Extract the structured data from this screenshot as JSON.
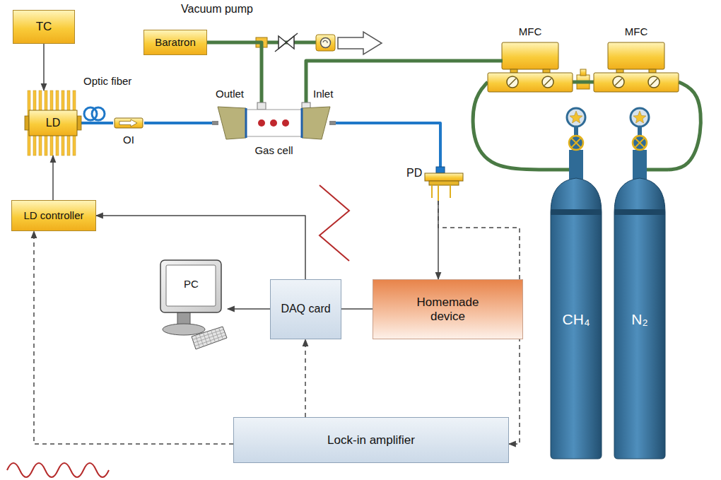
{
  "diagram": {
    "nodes": [
      {
        "text": [
          "TC"
        ]
      },
      {
        "text": [
          "LD"
        ]
      },
      {
        "text": [
          "LD controller"
        ]
      },
      {
        "text": [
          "Baratron"
        ]
      },
      {
        "text": [
          "OI"
        ]
      },
      {
        "text": [
          "Gas cell"
        ]
      },
      {
        "text": [
          "PD"
        ]
      },
      {
        "text": [
          "MFC"
        ]
      },
      {
        "text": [
          "MFC"
        ]
      },
      {
        "text": [
          "CH₄"
        ]
      },
      {
        "text": [
          "N₂"
        ]
      },
      {
        "text": [
          "PC"
        ]
      },
      {
        "text": [
          "DAQ card"
        ]
      },
      {
        "text": [
          "Homemade device"
        ]
      },
      {
        "text": [
          "Lock-in amplifier"
        ]
      }
    ],
    "edges": [
      {
        "from": 0,
        "to": 1,
        "arrow": "to"
      },
      {
        "from": 2,
        "to": 1,
        "arrow": "to"
      },
      {
        "from": 1,
        "to": 4,
        "arrow": "none"
      },
      {
        "from": 4,
        "to": 5,
        "arrow": "none"
      },
      {
        "from": 5,
        "to": 6,
        "arrow": "none"
      },
      {
        "from": 3,
        "to": 5,
        "arrow": "none"
      },
      {
        "from": 7,
        "to": 5,
        "arrow": "none"
      },
      {
        "from": 8,
        "to": 7,
        "arrow": "none"
      },
      {
        "from": 9,
        "to": 7,
        "arrow": "none"
      },
      {
        "from": 10,
        "to": 8,
        "arrow": "none"
      },
      {
        "from": 6,
        "to": 13,
        "arrow": "to"
      },
      {
        "from": 6,
        "to": 14,
        "arrow": "to"
      },
      {
        "from": 13,
        "to": 12,
        "arrow": "none"
      },
      {
        "from": 12,
        "to": 11,
        "arrow": "to"
      },
      {
        "from": 12,
        "to": 2,
        "arrow": "to"
      },
      {
        "from": 14,
        "to": 12,
        "arrow": "to"
      },
      {
        "from": 14,
        "to": 2,
        "arrow": "to"
      }
    ],
    "labels": [
      "Vacuum pump",
      "Optic fiber",
      "Outlet",
      "Inlet"
    ]
  }
}
